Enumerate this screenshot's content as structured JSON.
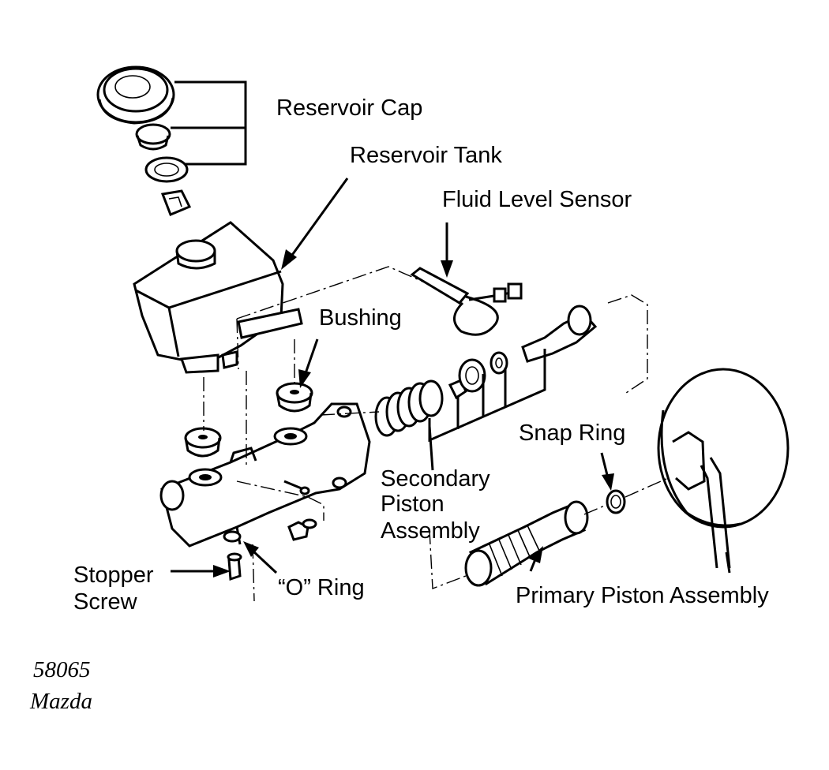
{
  "labels": {
    "reservoir_cap": "Reservoir Cap",
    "reservoir_tank": "Reservoir Tank",
    "fluid_level_sensor": "Fluid Level Sensor",
    "bushing": "Bushing",
    "snap_ring": "Snap Ring",
    "secondary_piston_1": "Secondary",
    "secondary_piston_2": "Piston",
    "secondary_piston_3": "Assembly",
    "primary_piston": "Primary Piston Assembly",
    "stopper_1": "Stopper",
    "stopper_2": "Screw",
    "o_ring": "“O” Ring"
  },
  "caption": {
    "number": "58065",
    "make": "Mazda"
  }
}
